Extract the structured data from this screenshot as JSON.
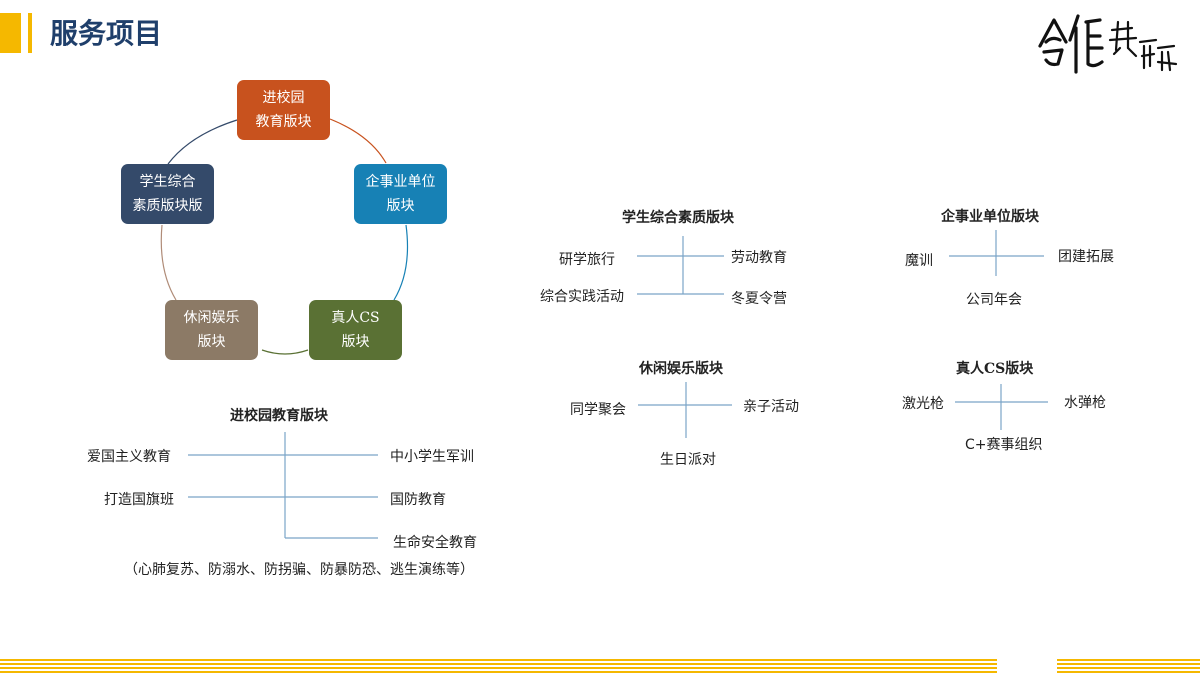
{
  "header": {
    "title": "服务项目"
  },
  "logo": {
    "text": "合作共赢"
  },
  "cycle": {
    "nodes": [
      {
        "id": "campus",
        "line1": "进校园",
        "line2": "教育版块",
        "color": "#c8521e"
      },
      {
        "id": "enterprise",
        "line1": "企事业单位",
        "line2": "版块",
        "color": "#1781b5"
      },
      {
        "id": "cs",
        "line1": "真人CS",
        "line2": "版块",
        "color": "#5a7134"
      },
      {
        "id": "leisure",
        "line1": "休闲娱乐",
        "line2": "版块",
        "color": "#8c7a66"
      },
      {
        "id": "student",
        "line1": "学生综合",
        "line2": "素质版块版",
        "color": "#344a6a"
      }
    ]
  },
  "campus_section": {
    "title": "进校园教育版块",
    "left": [
      "爱国主义教育",
      "打造国旗班"
    ],
    "right": [
      "中小学生军训",
      "国防教育",
      "生命安全教育"
    ],
    "note": "（心肺复苏、防溺水、防拐骗、防暴防恐、逃生演练等）"
  },
  "student_section": {
    "title": "学生综合素质版块",
    "left": [
      "研学旅行",
      "综合实践活动"
    ],
    "right": [
      "劳动教育",
      "冬夏令营"
    ]
  },
  "enterprise_section": {
    "title": "企事业单位版块",
    "left": "魔训",
    "right": "团建拓展",
    "bottom": "公司年会"
  },
  "leisure_section": {
    "title": "休闲娱乐版块",
    "left": "同学聚会",
    "right": "亲子活动",
    "bottom": "生日派对"
  },
  "cs_section": {
    "title": "真人CS版块",
    "left": "激光枪",
    "right": "水弹枪",
    "bottom": "C+赛事组织"
  },
  "colors": {
    "accent": "#f5b800",
    "title": "#1f3f6b",
    "line": "#7aa5c8"
  }
}
